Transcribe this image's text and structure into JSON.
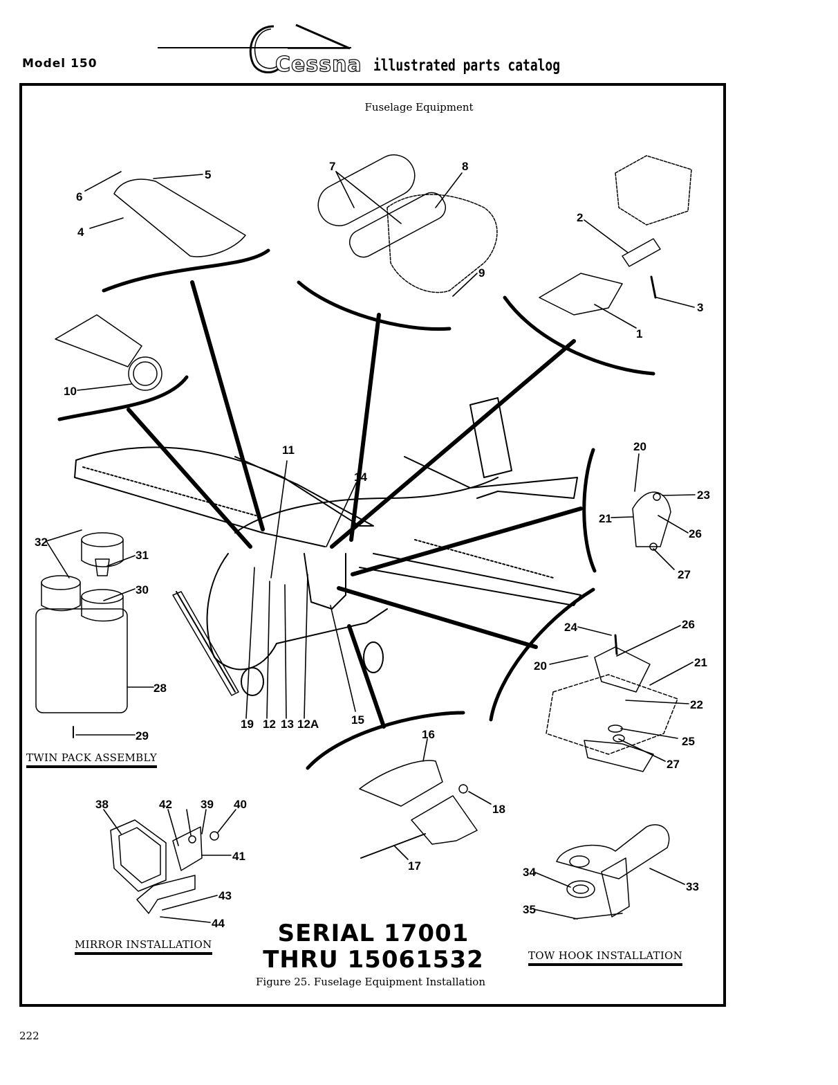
{
  "header": {
    "model": "Model 150",
    "brand": "Cessna",
    "catalog": "illustrated parts catalog"
  },
  "figure": {
    "title": "Fuselage Equipment",
    "serial_line1": "SERIAL 17001",
    "serial_line2": "THRU 15061532",
    "caption": "Figure 25. Fuselage Equipment Installation"
  },
  "sections": {
    "twin_pack": "TWIN PACK ASSEMBLY",
    "mirror": "MIRROR INSTALLATION",
    "tow_hook": "TOW HOOK INSTALLATION"
  },
  "callouts": [
    "1",
    "2",
    "3",
    "4",
    "5",
    "6",
    "7",
    "8",
    "9",
    "10",
    "11",
    "12",
    "12A",
    "13",
    "14",
    "15",
    "16",
    "17",
    "18",
    "19",
    "20",
    "21",
    "22",
    "23",
    "24",
    "25",
    "26",
    "27",
    "28",
    "29",
    "30",
    "31",
    "32",
    "33",
    "34",
    "35",
    "38",
    "39",
    "40",
    "41",
    "42",
    "43",
    "44"
  ],
  "page": {
    "number": "222"
  }
}
